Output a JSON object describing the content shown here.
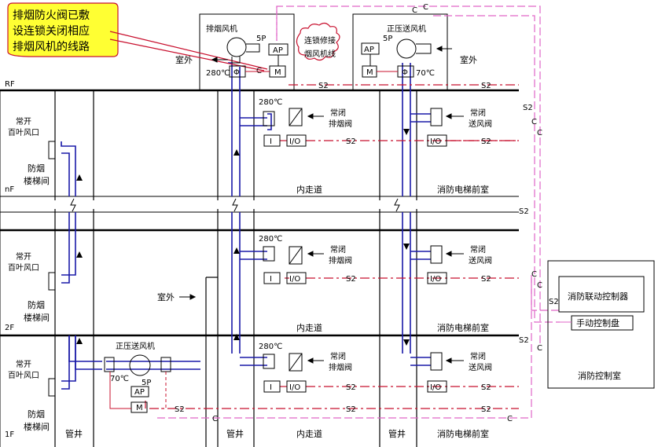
{
  "callout": {
    "lines": [
      "排烟防火阀已敷",
      "设连锁关闭相应",
      "排烟风机的线路"
    ]
  },
  "cloud": {
    "lines": [
      "连锁修接",
      "烟风机线"
    ]
  },
  "floors": {
    "rf": "RF",
    "nf": "nF",
    "f2": "2F",
    "f1": "1F"
  },
  "roof": {
    "exhaust_fan": "排烟风机",
    "pressure_fan": "正压送风机",
    "outdoor_left": "室外",
    "outdoor_right": "室外",
    "ap": "AP",
    "m": "M",
    "phi": "Φ",
    "c": "C",
    "p5": "5P",
    "t280": "280℃",
    "t70": "70℃"
  },
  "left": {
    "louver": [
      "常开",
      "百叶风口"
    ],
    "stair": [
      "防烟",
      "楼梯间"
    ],
    "shaft": "管井",
    "outdoor": "室外"
  },
  "floor_units": {
    "t280": "280℃",
    "smoke_valve": [
      "常闭",
      "排烟阀"
    ],
    "air_valve": [
      "常闭",
      "送风阀"
    ],
    "i": "I",
    "io": "I/O",
    "corridor": "内走道",
    "lobby": "消防电梯前室",
    "shaft": "管井"
  },
  "ground_fan": {
    "name": "正压送风机",
    "t70": "70℃",
    "p5": "5P",
    "ap": "AP",
    "m": "M"
  },
  "signals": {
    "s2": "S2",
    "c": "C"
  },
  "control": {
    "linkage": "消防联动控制器",
    "manual": "手动控制盘",
    "room": "消防控制室"
  },
  "colors": {
    "red_line": "#c8102e",
    "pink_line": "#e066c8",
    "blue_duct": "#1a1aa8",
    "callout_fill": "#ffff33"
  }
}
